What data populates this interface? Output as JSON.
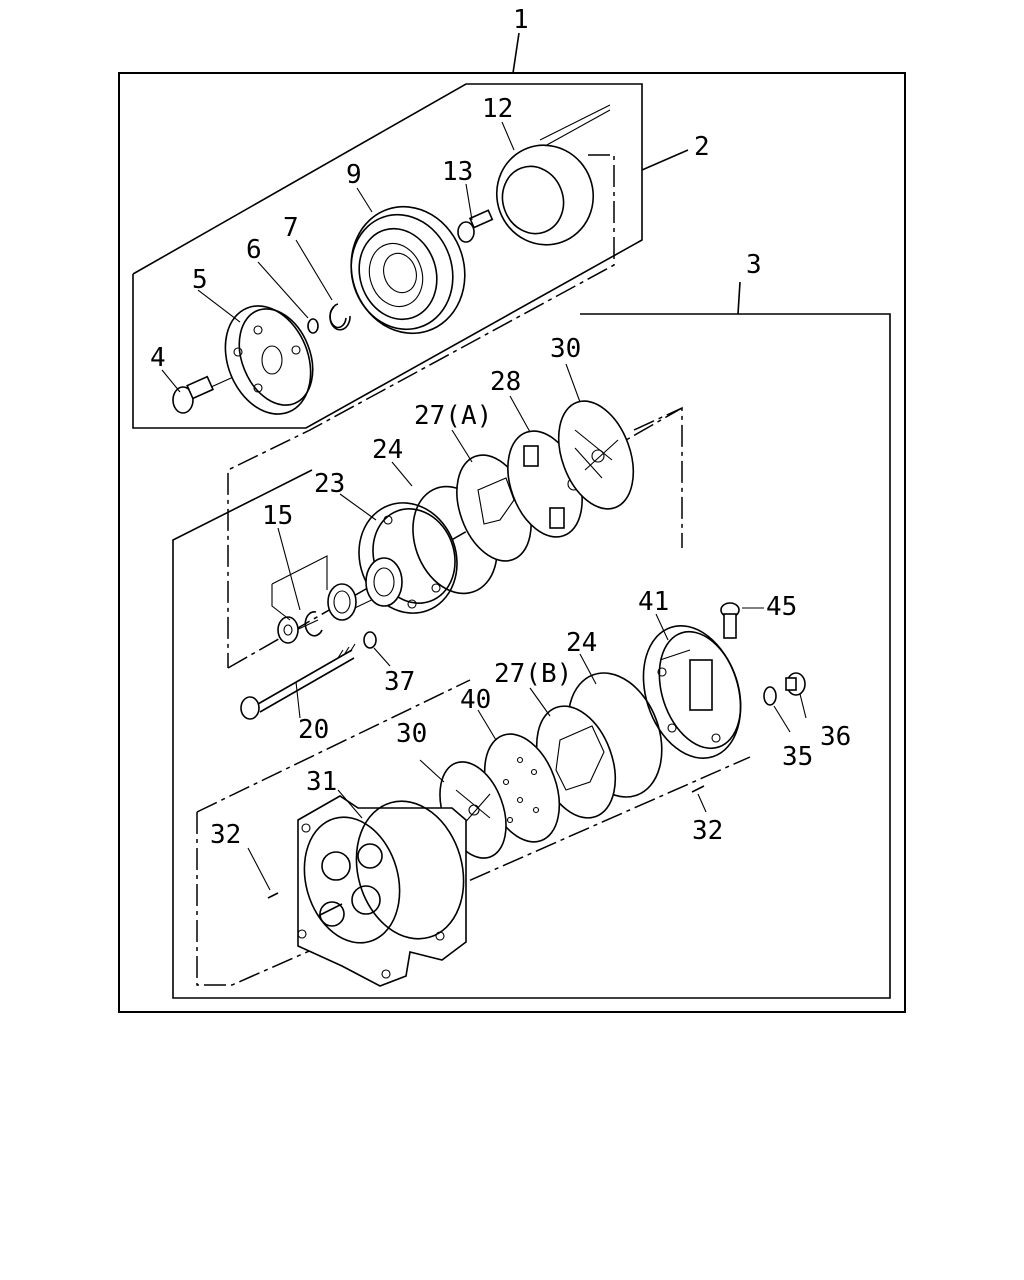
{
  "diagram": {
    "type": "exploded-parts-diagram",
    "callouts": {
      "c1": "1",
      "c2": "2",
      "c3": "3",
      "c4": "4",
      "c5": "5",
      "c6": "6",
      "c7": "7",
      "c9": "9",
      "c12": "12",
      "c13": "13",
      "c15": "15",
      "c20": "20",
      "c23": "23",
      "c24a": "24",
      "c24b": "24",
      "c27a": "27(A)",
      "c27b": "27(B)",
      "c28": "28",
      "c30a": "30",
      "c30b": "30",
      "c31": "31",
      "c32a": "32",
      "c32b": "32",
      "c35": "35",
      "c36": "36",
      "c37": "37",
      "c40": "40",
      "c41": "41",
      "c45": "45"
    }
  }
}
